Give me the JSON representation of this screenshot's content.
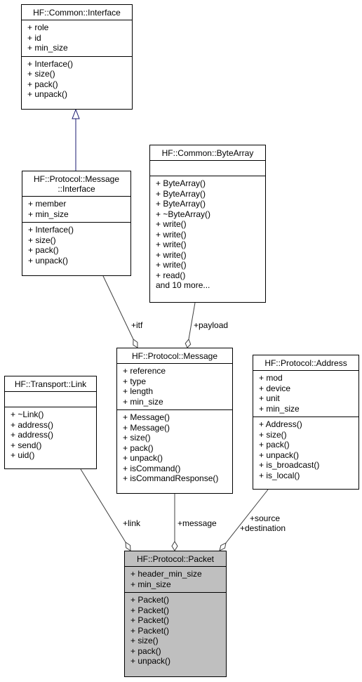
{
  "classes": {
    "common_interface": {
      "title": [
        "HF::Common::Interface"
      ],
      "attributes": [
        "+ role",
        "+ id",
        "+ min_size"
      ],
      "methods": [
        "+ Interface()",
        "+ size()",
        "+ pack()",
        "+ unpack()"
      ]
    },
    "common_bytearray": {
      "title": [
        "HF::Common::ByteArray"
      ],
      "attributes": [],
      "methods": [
        "+ ByteArray()",
        "+ ByteArray()",
        "+ ByteArray()",
        "+ ~ByteArray()",
        "+ write()",
        "+ write()",
        "+ write()",
        "+ write()",
        "+ write()",
        "+ read()",
        "and 10 more..."
      ]
    },
    "message_interface": {
      "title": [
        "HF::Protocol::Message",
        "::Interface"
      ],
      "attributes": [
        "+ member",
        "+ min_size"
      ],
      "methods": [
        "+ Interface()",
        "+ size()",
        "+ pack()",
        "+ unpack()"
      ]
    },
    "protocol_message": {
      "title": [
        "HF::Protocol::Message"
      ],
      "attributes": [
        "+ reference",
        "+ type",
        "+ length",
        "+ min_size"
      ],
      "methods": [
        "+ Message()",
        "+ Message()",
        "+ size()",
        "+ pack()",
        "+ unpack()",
        "+ isCommand()",
        "+ isCommandResponse()"
      ]
    },
    "transport_link": {
      "title": [
        "HF::Transport::Link"
      ],
      "attributes": [],
      "methods": [
        "+ ~Link()",
        "+ address()",
        "+ address()",
        "+ send()",
        "+ uid()"
      ]
    },
    "protocol_address": {
      "title": [
        "HF::Protocol::Address"
      ],
      "attributes": [
        "+ mod",
        "+ device",
        "+ unit",
        "+ min_size"
      ],
      "methods": [
        "+ Address()",
        "+ size()",
        "+ pack()",
        "+ unpack()",
        "+ is_broadcast()",
        "+ is_local()"
      ]
    },
    "protocol_packet": {
      "title": [
        "HF::Protocol::Packet"
      ],
      "attributes": [
        "+ header_min_size",
        "+ min_size"
      ],
      "methods": [
        "+ Packet()",
        "+ Packet()",
        "+ Packet()",
        "+ Packet()",
        "+ size()",
        "+ pack()",
        "+ unpack()"
      ]
    }
  },
  "edge_labels": {
    "itf": "+itf",
    "payload": "+payload",
    "link": "+link",
    "message": "+message",
    "source": "+source",
    "destination": "+destination"
  },
  "colors": {
    "inheritance": "#191970",
    "association": "#404040",
    "highlight": "#bfbfbf"
  }
}
